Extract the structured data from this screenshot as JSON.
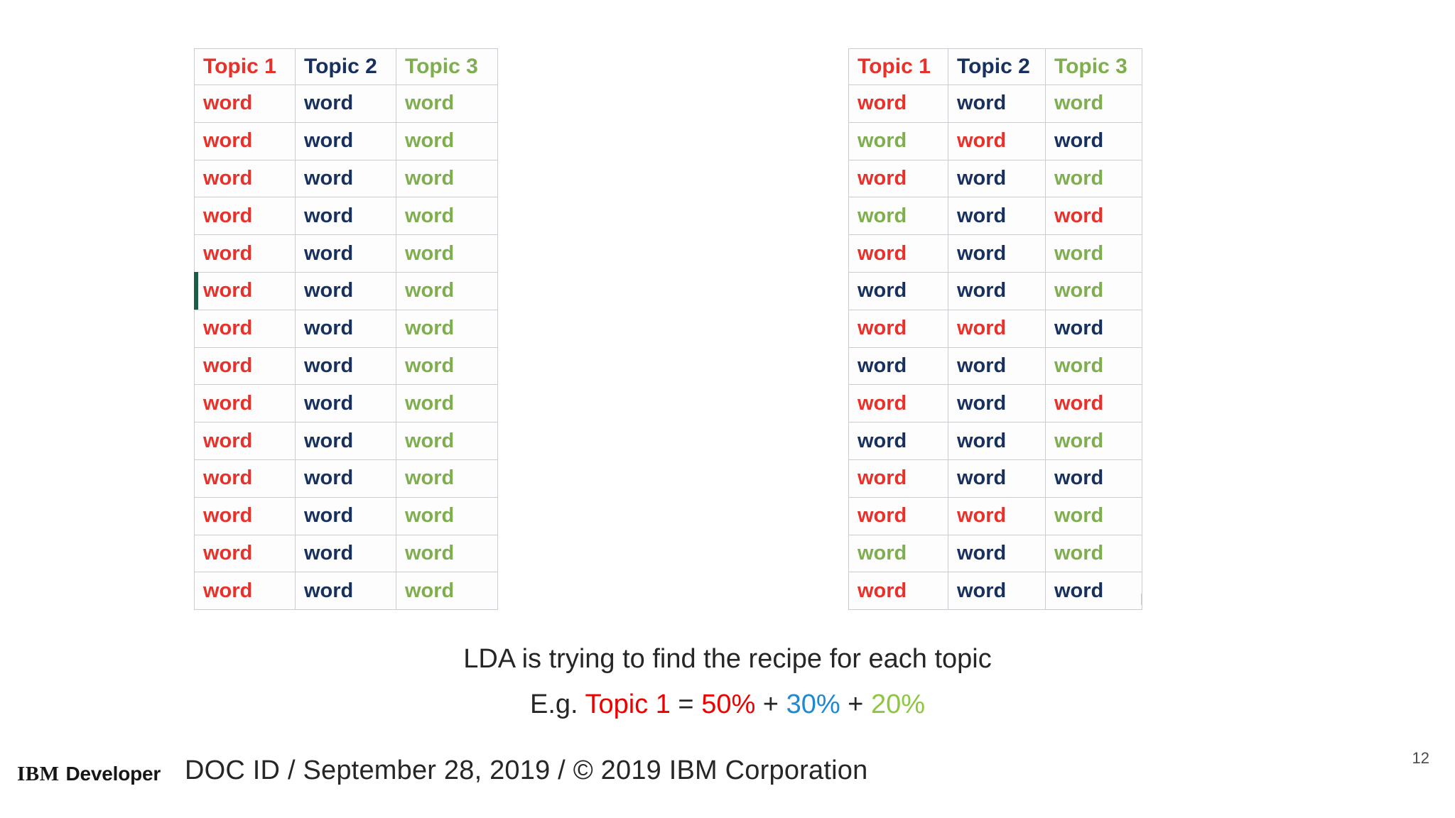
{
  "slide": {
    "page_number": "12"
  },
  "colors": {
    "red": "#e8312a",
    "navy": "#17305e",
    "green": "#7fae4f",
    "marker_green": "#1b5e45",
    "caption_red": "#ee0000",
    "caption_blue": "#1e88d0",
    "caption_green": "#8dc63f",
    "border": "#c9cdd2",
    "text": "#262626"
  },
  "tables": {
    "left": {
      "headers": [
        {
          "label": "Topic 1",
          "color": "red"
        },
        {
          "label": "Topic 2",
          "color": "navy"
        },
        {
          "label": "Topic 3",
          "color": "green"
        }
      ],
      "cell_text": "word",
      "marker_row_index": 5,
      "rows": [
        [
          "red",
          "navy",
          "green"
        ],
        [
          "red",
          "navy",
          "green"
        ],
        [
          "red",
          "navy",
          "green"
        ],
        [
          "red",
          "navy",
          "green"
        ],
        [
          "red",
          "navy",
          "green"
        ],
        [
          "red",
          "navy",
          "green"
        ],
        [
          "red",
          "navy",
          "green"
        ],
        [
          "red",
          "navy",
          "green"
        ],
        [
          "red",
          "navy",
          "green"
        ],
        [
          "red",
          "navy",
          "green"
        ],
        [
          "red",
          "navy",
          "green"
        ],
        [
          "red",
          "navy",
          "green"
        ],
        [
          "red",
          "navy",
          "green"
        ],
        [
          "red",
          "navy",
          "green"
        ]
      ]
    },
    "right": {
      "headers": [
        {
          "label": "Topic 1",
          "color": "red"
        },
        {
          "label": "Topic 2",
          "color": "navy"
        },
        {
          "label": "Topic 3",
          "color": "green"
        }
      ],
      "cell_text": "word",
      "rows": [
        [
          "red",
          "navy",
          "green"
        ],
        [
          "green",
          "red",
          "navy"
        ],
        [
          "red",
          "navy",
          "green"
        ],
        [
          "green",
          "navy",
          "red"
        ],
        [
          "red",
          "navy",
          "green"
        ],
        [
          "navy",
          "navy",
          "green"
        ],
        [
          "red",
          "red",
          "navy"
        ],
        [
          "navy",
          "navy",
          "green"
        ],
        [
          "red",
          "navy",
          "red"
        ],
        [
          "navy",
          "navy",
          "green"
        ],
        [
          "red",
          "navy",
          "navy"
        ],
        [
          "red",
          "red",
          "green"
        ],
        [
          "green",
          "navy",
          "green"
        ],
        [
          "red",
          "navy",
          "navy"
        ]
      ]
    }
  },
  "caption": {
    "line1": "LDA is trying to find the recipe for each topic",
    "line2": {
      "prefix": "E.g. ",
      "topic": "Topic 1",
      "equals": " = ",
      "p1": "50%",
      "plus1": " + ",
      "p2": "30%",
      "plus2": " + ",
      "p3": "20%"
    }
  },
  "footer": {
    "logo_mark": "IBM",
    "logo_word": "Developer",
    "text": "DOC ID / September 28, 2019 / © 2019 IBM Corporation"
  }
}
